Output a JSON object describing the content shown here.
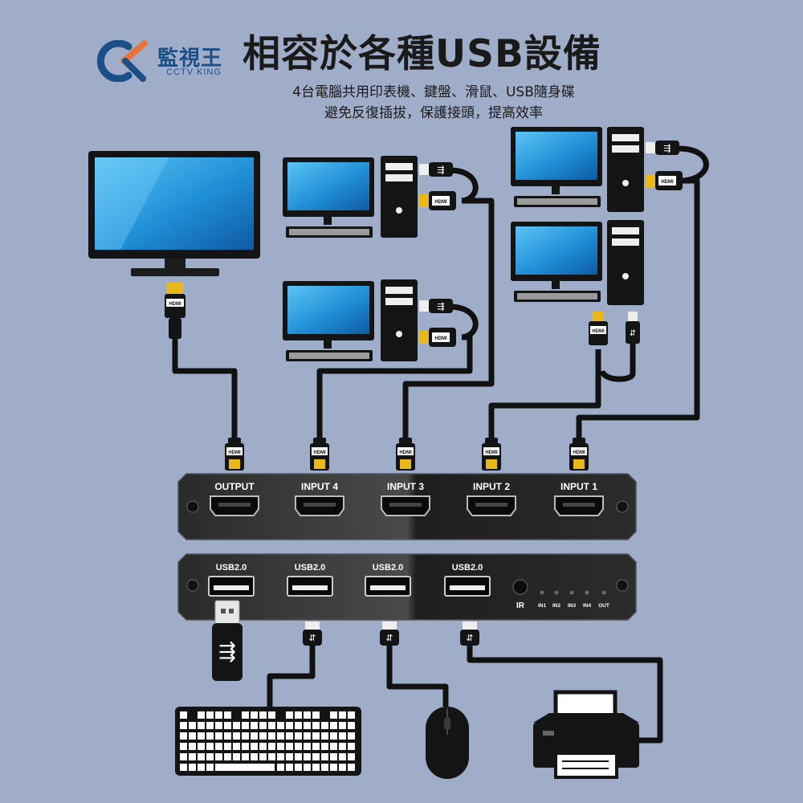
{
  "brand": {
    "logo_letters": "CK",
    "name_cn": "監視王",
    "name_en": "CCTV KING",
    "colors": {
      "logo_blue": "#1c4f86",
      "logo_orange": "#e8743b"
    }
  },
  "headline": "相容於各種USB設備",
  "subtitle_lines": [
    "4台電腦共用印表機、鍵盤、滑鼠、USB隨身碟",
    "避免反復插拔，保護接頭，提高效率"
  ],
  "cable_plugs": {
    "hdmi_label": "HDMI",
    "usb_icon": "usb-trident-icon"
  },
  "hdmi_switch": {
    "ports": [
      "OUTPUT",
      "INPUT 4",
      "INPUT 3",
      "INPUT 2",
      "INPUT 1"
    ]
  },
  "usb_hub": {
    "ports": [
      "USB2.0",
      "USB2.0",
      "USB2.0",
      "USB2.0"
    ],
    "ir_label": "IR",
    "led_labels": [
      "IN1",
      "IN2",
      "IN3",
      "IN4",
      "OUT"
    ]
  },
  "peripherals": [
    "usb-flash-drive",
    "keyboard",
    "mouse",
    "printer"
  ],
  "colors": {
    "background": "#9fadc9",
    "cable": "#111111",
    "hdmi_plug_gold": "#e9b91b",
    "screen_blue": "#1f8fd6",
    "device_body": "#1b1b1b"
  }
}
